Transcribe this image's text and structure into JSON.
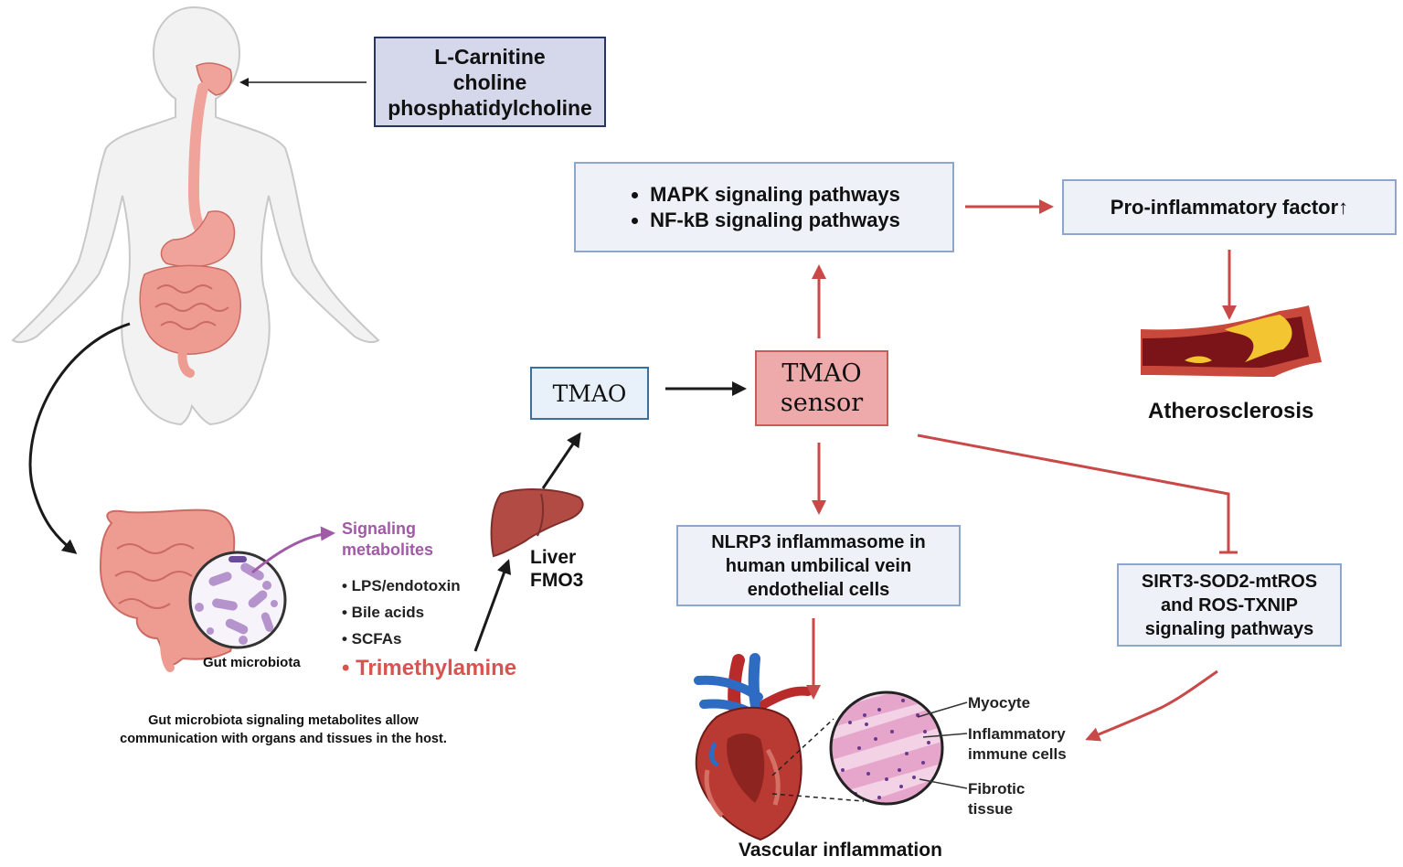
{
  "diet_box": {
    "lines": [
      "L-Carnitine",
      "choline",
      "phosphatidylcholine"
    ]
  },
  "pathways_box": {
    "items": [
      "MAPK signaling pathways",
      "NF-kB signaling pathways"
    ]
  },
  "proinflammatory_box": {
    "text": "Pro-inflammatory factor↑"
  },
  "tmao_box": {
    "text": "TMAO"
  },
  "tmao_sensor_box": {
    "lines": [
      "TMAO",
      "sensor"
    ]
  },
  "nlrp3_box": {
    "lines": [
      "NLRP3 inflammasome in",
      "human umbilical vein",
      "endothelial cells"
    ]
  },
  "sirt3_box": {
    "lines": [
      "SIRT3-SOD2-mtROS",
      "and ROS-TXNIP",
      "signaling pathways"
    ]
  },
  "signaling_label": {
    "lines": [
      "Signaling",
      "metabolites"
    ]
  },
  "metabolites": [
    "• LPS/endotoxin",
    "• Bile acids",
    "• SCFAs",
    "• Trimethylamine"
  ],
  "gut_microbiota_label": "Gut microbiota",
  "liver_label": {
    "lines": [
      "Liver",
      "FMO3"
    ]
  },
  "caption": {
    "lines": [
      "Gut microbiota signaling metabolites allow",
      "communication with organs and tissues in the host."
    ]
  },
  "atherosclerosis_label": "Atherosclerosis",
  "vascular_label": "Vascular inflammation",
  "tissue_labels": [
    {
      "lines": [
        "Myocyte"
      ]
    },
    {
      "lines": [
        "Inflammatory",
        "immune cells"
      ]
    },
    {
      "lines": [
        "Fibrotic",
        "tissue"
      ]
    }
  ],
  "colors": {
    "red_arrow": "#c94848",
    "black_arrow": "#1a1a1a",
    "diet_box_fill": "#d4d8ea",
    "tmao_sensor_fill": "#eeaaaa",
    "pathway_box_fill": "#eef2f8",
    "signaling_purple": "#a05aa6",
    "trimethylamine_red": "#d9534f"
  },
  "icons": [
    "human-body-icon",
    "intestine-icon",
    "microbiota-circle-icon",
    "liver-icon",
    "artery-plaque-icon",
    "heart-icon",
    "tissue-histology-icon"
  ]
}
